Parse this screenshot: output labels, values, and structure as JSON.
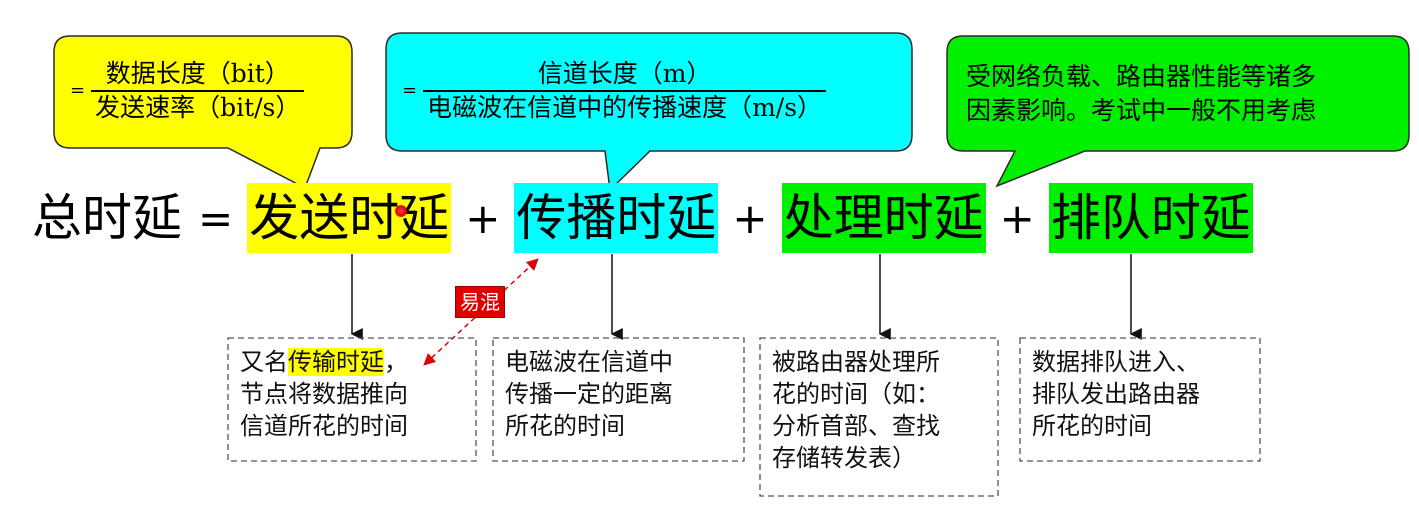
{
  "callouts": {
    "transmission": {
      "equals": "=",
      "numerator": "数据长度（bit）",
      "denominator": "发送速率（bit/s）",
      "color": "#ffff00"
    },
    "propagation": {
      "equals": "=",
      "numerator": "信道长度（m）",
      "denominator": "电磁波在信道中的传播速度（m/s）",
      "color": "#00ffff"
    },
    "queuing_note": {
      "text": "受网络负载、路由器性能等诸多\n因素影响。考试中一般不用考虑",
      "color": "#00f000"
    }
  },
  "equation": {
    "lhs": "总时延",
    "equals": "=",
    "plus": "+",
    "terms": [
      {
        "prefix": "发送",
        "suffix": "时延"
      },
      {
        "prefix": "传播",
        "suffix": "时延"
      },
      {
        "prefix": "处理",
        "suffix": "时延"
      },
      {
        "prefix": "排队",
        "suffix": "时延"
      }
    ]
  },
  "confusable_tag": "易混",
  "descriptions": {
    "transmission": {
      "before": "又名",
      "highlight": "传输时延",
      "after": "，\n节点将数据推向\n信道所花的时间"
    },
    "propagation": {
      "text": "电磁波在信道中\n传播一定的距离\n所花的时间"
    },
    "processing": {
      "text": "被路由器处理所\n花的时间（如：\n分析首部、查找\n存储转发表）"
    },
    "queuing": {
      "text": "数据排队进入、\n排队发出路由器\n所花的时间"
    }
  }
}
